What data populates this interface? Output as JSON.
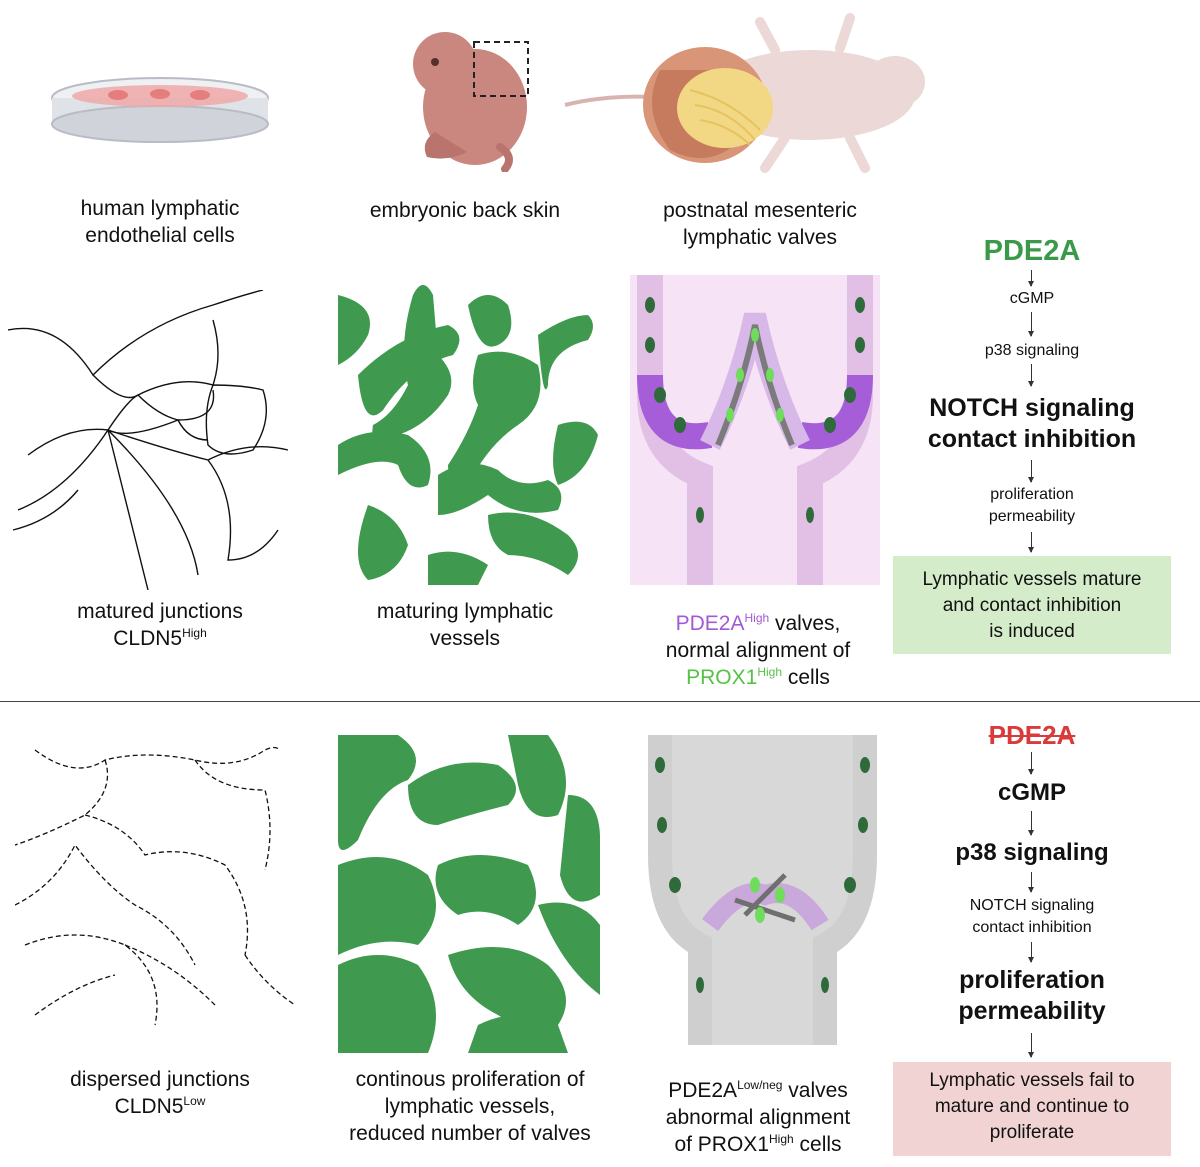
{
  "top_captions": {
    "cells": [
      "human lymphatic",
      "endothelial cells"
    ],
    "embryo": "embryonic back skin",
    "mouse": [
      "postnatal mesenteric",
      "lymphatic valves"
    ]
  },
  "row1": {
    "junctions": [
      "matured junctions",
      "CLDN5",
      "High"
    ],
    "vessels": [
      "maturing lymphatic",
      "vessels"
    ],
    "valves": [
      "PDE2A",
      "High",
      " valves,",
      "normal alignment of",
      "PROX1",
      "High",
      " cells"
    ]
  },
  "row2": {
    "junctions": [
      "dispersed junctions",
      "CLDN5",
      "Low"
    ],
    "vessels": [
      "continous proliferation of",
      "lymphatic vessels,",
      "reduced number of valves"
    ],
    "valves": [
      "PDE2A",
      "Low/neg",
      " valves",
      "abnormal alignment",
      "of PROX1",
      "High",
      " cells"
    ]
  },
  "pathway_normal": {
    "gene": "PDE2A",
    "step1": "cGMP",
    "step2": "p38 signaling",
    "step3": [
      "NOTCH signaling",
      "contact inhibition"
    ],
    "step4": [
      "proliferation",
      "permeability"
    ],
    "outcome": [
      "Lymphatic vessels mature",
      "and contact inhibition",
      "is induced"
    ]
  },
  "pathway_loss": {
    "gene": "PDE2A",
    "step1": "cGMP",
    "step2": "p38 signaling",
    "step3": [
      "NOTCH signaling",
      "contact inhibition"
    ],
    "step4": [
      "proliferation",
      "permeability"
    ],
    "outcome": [
      "Lymphatic vessels fail to",
      "mature and continue to",
      "proliferate"
    ]
  },
  "colors": {
    "vessel_green": "#3f9a4f",
    "gene_green": "#3a9a4a",
    "gene_red": "#d93a3a",
    "valve_purple": "#a259d6",
    "prox1_green": "#55c246",
    "box_green": "#d4ecc9",
    "box_red": "#f2d3d3"
  },
  "icons": [
    "culture-dish-icon",
    "embryo-icon",
    "mouse-icon",
    "dashed-crop-box-icon"
  ]
}
